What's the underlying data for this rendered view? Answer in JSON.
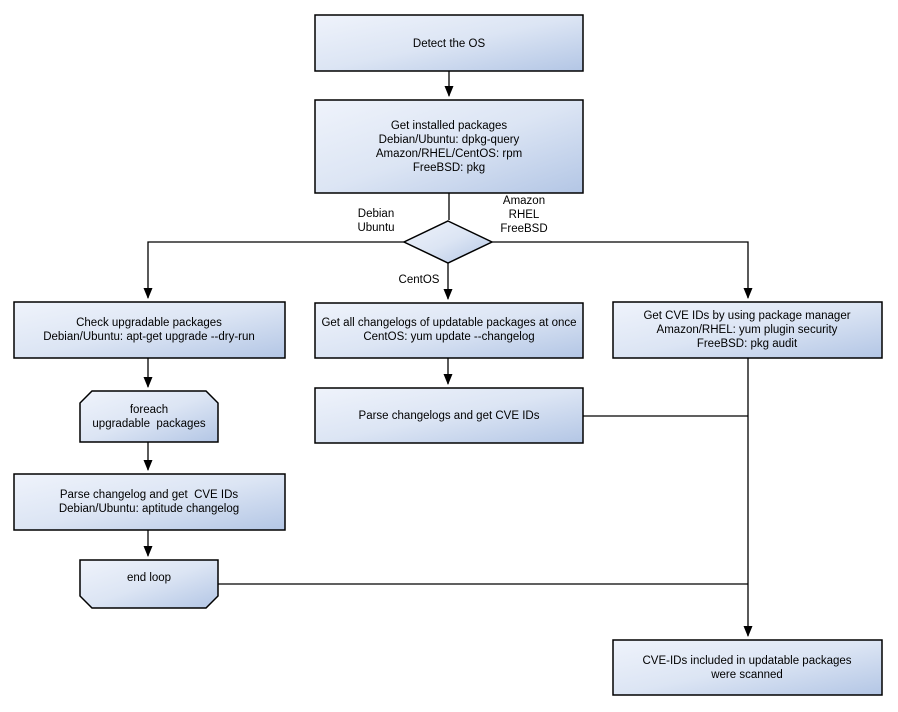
{
  "diagram": {
    "title_implicit": "OS package CVE scan flowchart",
    "colors": {
      "background": "#ffffff",
      "node_fill_light": "#eef2fb",
      "node_fill_mid": "#dce5f4",
      "node_fill_dark": "#b3c6e5",
      "node_border": "#000000",
      "edge_line": "#000000",
      "text": "#000000"
    },
    "nodes": {
      "detect_os": "Detect the OS",
      "get_installed": "Get installed packages\nDebian/Ubuntu: dpkg-query\nAmazon/RHEL/CentOS: rpm\nFreeBSD: pkg",
      "check_upgradable": "Check upgradable packages\nDebian/Ubuntu: apt-get upgrade --dry-run",
      "foreach_loop": "foreach\nupgradable  packages",
      "parse_changelog": "Parse changelog and get  CVE IDs\nDebian/Ubuntu: aptitude changelog",
      "end_loop": "end loop",
      "get_all_changelogs": "Get all changelogs of updatable packages at once\nCentOS: yum update --changelog",
      "parse_changelogs": "Parse changelogs and get CVE IDs",
      "get_cve_pkg_manager": "Get CVE IDs by using package manager\nAmazon/RHEL: yum plugin security\nFreeBSD: pkg audit",
      "result": "CVE-IDs included in updatable packages\nwere scanned"
    },
    "edge_labels": {
      "debian_ubuntu": "Debian\nUbuntu",
      "amazon_rhel_freebsd": "Amazon\nRHEL\nFreeBSD",
      "centos": "CentOS"
    }
  }
}
